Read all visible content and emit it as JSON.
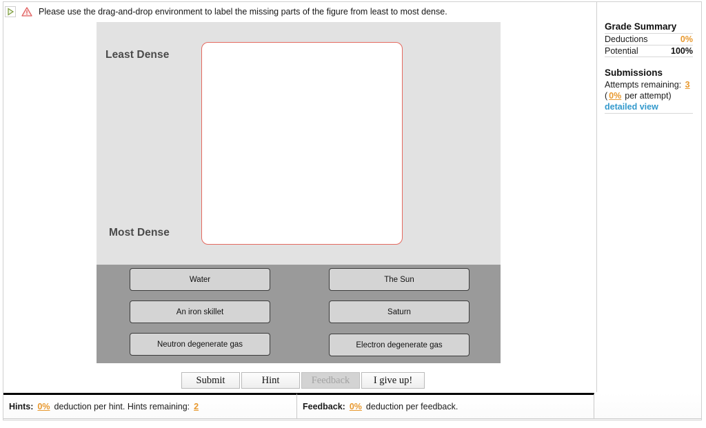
{
  "prompt": {
    "play_icon": "play-triangle-icon",
    "warning_icon": "warning-triangle-icon",
    "text": "Please use the drag-and-drop environment to label the missing parts of the figure from least to most dense."
  },
  "figure": {
    "top_label": "Least Dense",
    "bottom_label": "Most Dense",
    "dropzone_border_color": "#e4695f",
    "panel_bg": "#e2e2e2",
    "bank_bg": "#9a9a9a"
  },
  "bank": {
    "items": [
      {
        "label": "Water"
      },
      {
        "label": "The Sun"
      },
      {
        "label": "An iron skillet"
      },
      {
        "label": "Saturn"
      },
      {
        "label": "Neutron degenerate gas"
      },
      {
        "label": "Electron degenerate gas"
      }
    ]
  },
  "actions": {
    "submit": "Submit",
    "hint": "Hint",
    "feedback": "Feedback",
    "give_up": "I give up!"
  },
  "status": {
    "hints_label": "Hints:",
    "hints_pct": "0%",
    "hints_text": "deduction per hint. Hints remaining:",
    "hints_remaining": "2",
    "feedback_label": "Feedback:",
    "feedback_pct": "0%",
    "feedback_text": "deduction per feedback."
  },
  "sidebar": {
    "grade_title": "Grade Summary",
    "deductions_label": "Deductions",
    "deductions_value": "0%",
    "potential_label": "Potential",
    "potential_value": "100%",
    "submissions_title": "Submissions",
    "attempts_label": "Attempts remaining:",
    "attempts_value": "3",
    "per_attempt_open": "(",
    "per_attempt_pct": "0%",
    "per_attempt_rest": "per attempt)",
    "detailed_view": "detailed view",
    "accent_orange": "#e8982d",
    "link_blue": "#3399cc"
  }
}
